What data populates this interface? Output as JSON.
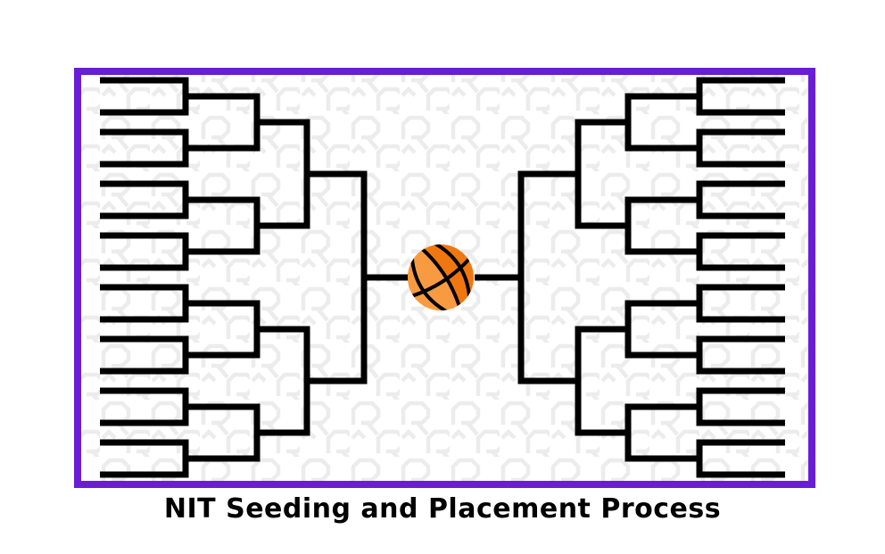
{
  "title": "NIT Seeding and Placement Process",
  "diagram": {
    "type": "tournament-bracket",
    "description": "32-team single-elimination bracket; two mirrored 16-team sides meet at a basketball in the center",
    "sides": 2,
    "teams_per_side": 16,
    "first_round_matches_per_side": 8,
    "rounds_per_side": 4,
    "center_icon": "basketball-icon"
  },
  "colors": {
    "page_background": "#ffffff",
    "frame_border": "#6a1dd6",
    "bracket_lines": "#000000",
    "watermark_pattern": "#ececec",
    "basketball_light": "#f89b40",
    "basketball_dark": "#f0770f",
    "basketball_seams": "#000000",
    "title_text": "#000000"
  }
}
